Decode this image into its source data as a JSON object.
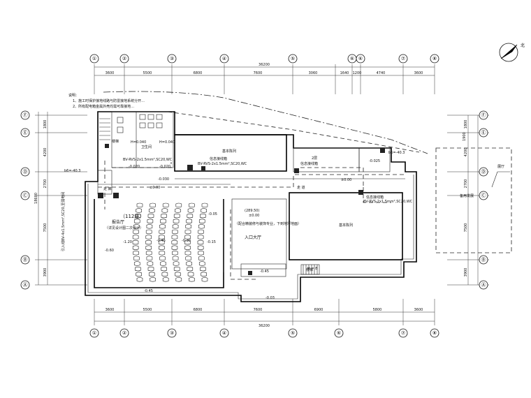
{
  "north_label": "北",
  "grid": {
    "cols": [
      "①",
      "②",
      "③",
      "④",
      "⑤",
      "⑥",
      "⑦",
      "⑧"
    ],
    "col_half": "⑥",
    "rows": [
      "Ⓐ",
      "Ⓑ",
      "Ⓒ",
      "Ⓓ",
      "Ⓔ",
      "Ⓕ"
    ]
  },
  "dims_top": {
    "overall": "36200",
    "segments": [
      "3600",
      "5500",
      "6800",
      "7600",
      "3060",
      "1640",
      "1200",
      "4740",
      "3600"
    ]
  },
  "dims_bottom": {
    "overall": "36200",
    "segments": [
      "3600",
      "5500",
      "6800",
      "7600",
      "6900",
      "5800",
      "3600"
    ]
  },
  "dims_left": {
    "overall": "18600",
    "segments": [
      "3900",
      "7500",
      "2700",
      "4200",
      "1800"
    ]
  },
  "dims_right": {
    "segments": [
      "3900",
      "7500",
      "2700",
      "4200",
      "1800"
    ]
  },
  "notes": {
    "heading": "说明：",
    "line1": "1、施工时保护接地线路与防雷接地系统分开...",
    "line2": "2、所有配电箱金属外壳均需可靠接地..."
  },
  "rooms": {
    "lecture_hall": "报告厅",
    "lecture_hall_note": "（112座）",
    "lecture_hall_sub": "（详见设计图二次设计）",
    "lobby": "入口大厅",
    "exhibit_hall_1": "基本陈列",
    "exhibit_hall_2": "基本陈列",
    "corridor": "走 道",
    "corridor_left": "走 廊",
    "toilet": "卫生间",
    "stair": "楼梯",
    "stair2": "楼梯",
    "reserve_area": "备用发展",
    "room_extra": "展厅"
  },
  "annotations": {
    "elev_lobby": "(289.50)",
    "elev_lobby_2": "±0.00",
    "elev_a": "-0.020",
    "elev_b": "-0.020",
    "elev_c": "H=0.040",
    "elev_d": "H=0.040",
    "elev_e": "±0.00",
    "elev_f": "-1.20",
    "elev_g": "-0.60",
    "elev_h": "-0.45",
    "elev_i": "-0.30",
    "elev_j": "-0.15",
    "elev_k": "-0.05",
    "elev_l": "-0.45",
    "elev_m": "-0.030",
    "elev_n": "±0.00",
    "elev_o": "-0.025",
    "elev_p": "-0.45",
    "elev_q": "-0.03",
    "elev_r": "b6=-40.3",
    "elev_s": "b6=-40.3",
    "lobby_note": "（配合精装修与装饰专业，下到地坪地面）",
    "cable1": "BV-RVS-2x1.5mm²,SC20,WC",
    "cable2": "BV-RVS-2x1.5mm²,SC20,WC",
    "cable3": "BV-RVS-2x1.5mm²,SC20,WC",
    "box1": "信息接线箱",
    "box2": "信息接线箱",
    "box3": "信息接线箱",
    "floor_tag": "2层",
    "side_note": "引入线BV-4x1.5mm²,SC20,至弱电间",
    "level_mark": "H = 8",
    "dim_right_small": "1900"
  }
}
